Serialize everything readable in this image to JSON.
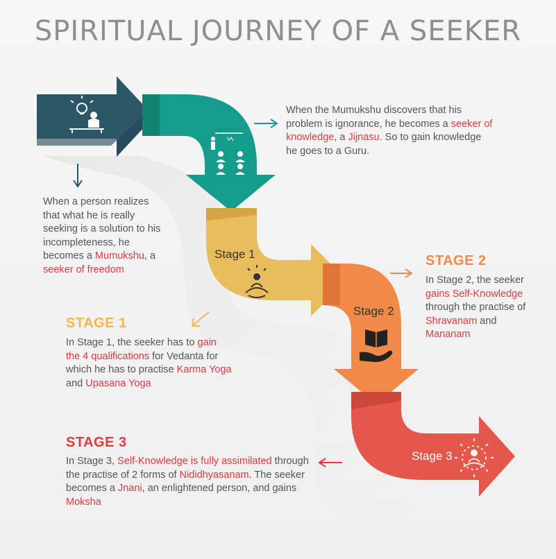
{
  "title": "SPIRITUAL JOURNEY OF A SEEKER",
  "colors": {
    "navy": "#2d5666",
    "teal": "#169c8a",
    "yellow": "#e9bc5e",
    "orange": "#f28a47",
    "red": "#e4574b",
    "accent_red": "#e0393e",
    "text": "#555555"
  },
  "icons": [
    "idea-desk-icon",
    "guru-teaching-icon",
    "meditation-icon",
    "book-in-hand-icon",
    "radiant-meditation-icon"
  ],
  "stages": {
    "stage1": {
      "label": "Stage 1",
      "heading": "STAGE 1"
    },
    "stage2": {
      "label": "Stage 2",
      "heading": "STAGE 2"
    },
    "stage3": {
      "label": "Stage 3",
      "heading": "STAGE 3"
    }
  },
  "notes": {
    "mumukshu": {
      "text_1": "When a person realizes that what he is really seeking is a solution to his incompleteness, he becomes a ",
      "red_1": "Mumukshu",
      "text_2": ", a ",
      "red_2": "seeker of freedom"
    },
    "jijnasu": {
      "text_1": "When the Mumukshu discovers that his problem is ignorance, he becomes a ",
      "red_1": "seeker of knowledge",
      "text_2": ", a ",
      "red_2": "Jijnasu",
      "text_3": ". So to gain knowledge he goes to a Guru."
    },
    "stage1": {
      "text_1": "In Stage 1, the seeker has to ",
      "red_1": "gain the 4 qualifications",
      "text_2": " for Vedanta for which he has to practise ",
      "red_2": "Karma Yoga",
      "text_3": " and ",
      "red_3": "Upasana Yoga"
    },
    "stage2": {
      "text_1": "In Stage 2, the seeker ",
      "red_1": "gains Self-Knowledge",
      "text_2": " through the practise of ",
      "red_2": "Shravanam",
      "text_3": " and ",
      "red_3": "Mananam"
    },
    "stage3": {
      "text_1": "In Stage 3, ",
      "red_1": "Self-Knowledge is fully assimilated",
      "text_2": " through the practise of 2 forms of ",
      "red_2": "Nididhyasanam",
      "text_3": ". The seeker becomes a ",
      "red_3": "Jnani",
      "text_4": ", an enlightened person, and gains ",
      "red_4": "Moksha"
    }
  }
}
